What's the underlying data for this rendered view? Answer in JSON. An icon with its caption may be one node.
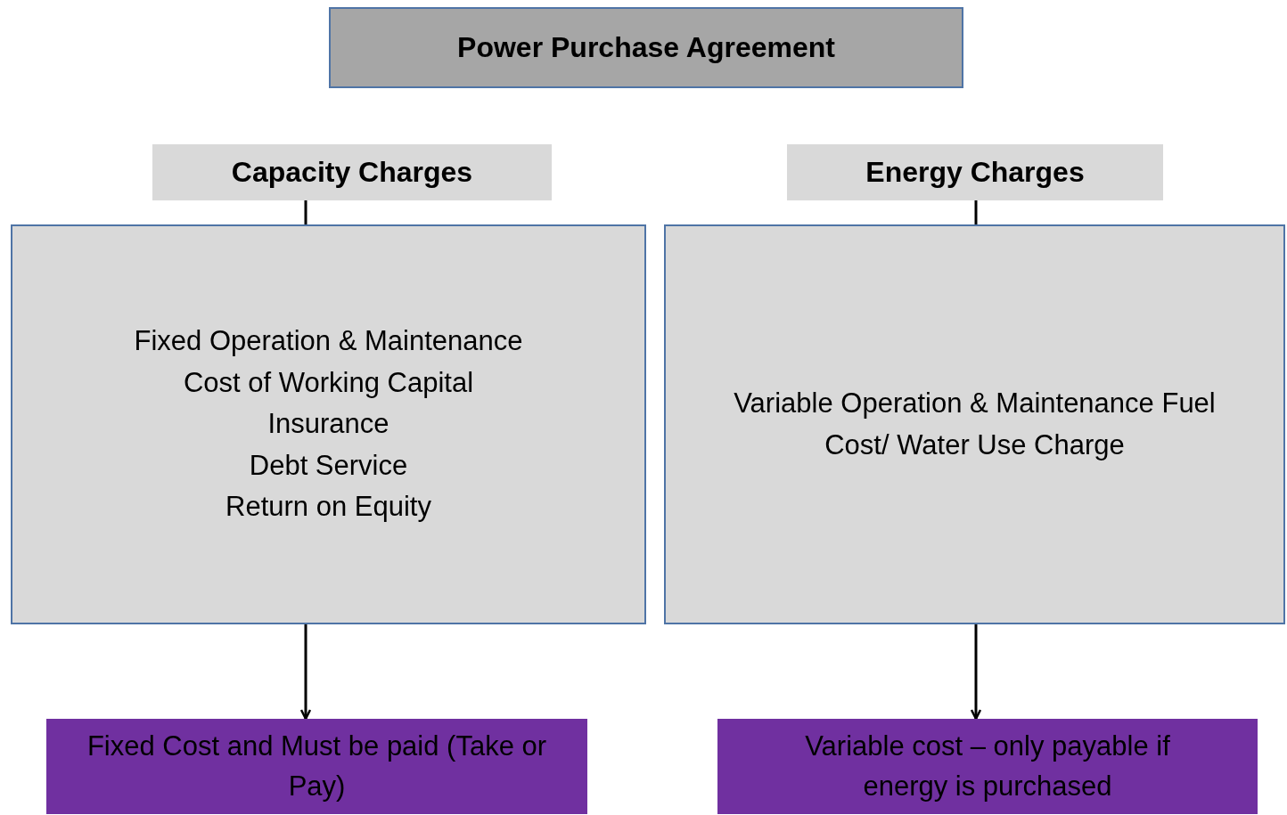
{
  "diagram": {
    "nodes": [
      {
        "text": [
          "Power Purchase Agreement"
        ]
      },
      {
        "text": [
          "Capacity Charges"
        ]
      },
      {
        "text": [
          "Energy Charges"
        ]
      },
      {
        "text": [
          "Fixed Operation & Maintenance",
          "Cost of Working Capital",
          "Insurance",
          "Debt Service",
          "Return on Equity"
        ]
      },
      {
        "text": [
          "Variable Operation & Maintenance Fuel Cost/ Water Use Charge"
        ]
      },
      {
        "text": [
          "Fixed Cost and Must be paid (Take or Pay)"
        ]
      },
      {
        "text": [
          "Variable cost – only payable if energy is purchased"
        ]
      }
    ],
    "edges": [
      {
        "from": 1,
        "to": 3,
        "arrow": "none"
      },
      {
        "from": 2,
        "to": 4,
        "arrow": "none"
      },
      {
        "from": 3,
        "to": 5,
        "arrow": "to"
      },
      {
        "from": 4,
        "to": 6,
        "arrow": "to"
      }
    ]
  }
}
